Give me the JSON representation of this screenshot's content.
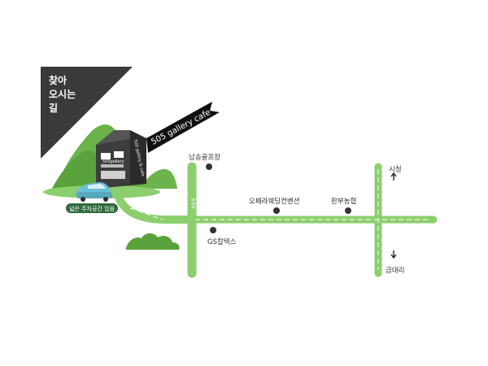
{
  "corner": {
    "line1": "찾아",
    "line2": "오시는",
    "line3": "길",
    "color": "#3a3a3a"
  },
  "cafe": {
    "banner": "505 gallery cafe",
    "side_sign": "505 gallery & cafe",
    "entrance_sign": "505gallery"
  },
  "parking": {
    "label": "넓은 주차공간 있음",
    "icon": "car-icon"
  },
  "road": {
    "name": "동대로",
    "color": "#8ccf6e"
  },
  "landmarks": {
    "golf": "남송골프장",
    "wedding": "오페라웨딩컨벤션",
    "farm": "판부농협",
    "gas": "GS칼텍스",
    "city_hall": "시청",
    "geumdae": "금대리"
  },
  "colors": {
    "hill": "#6bb34a",
    "hill_light": "#8ccf6e",
    "building": "#3d3d3d"
  }
}
